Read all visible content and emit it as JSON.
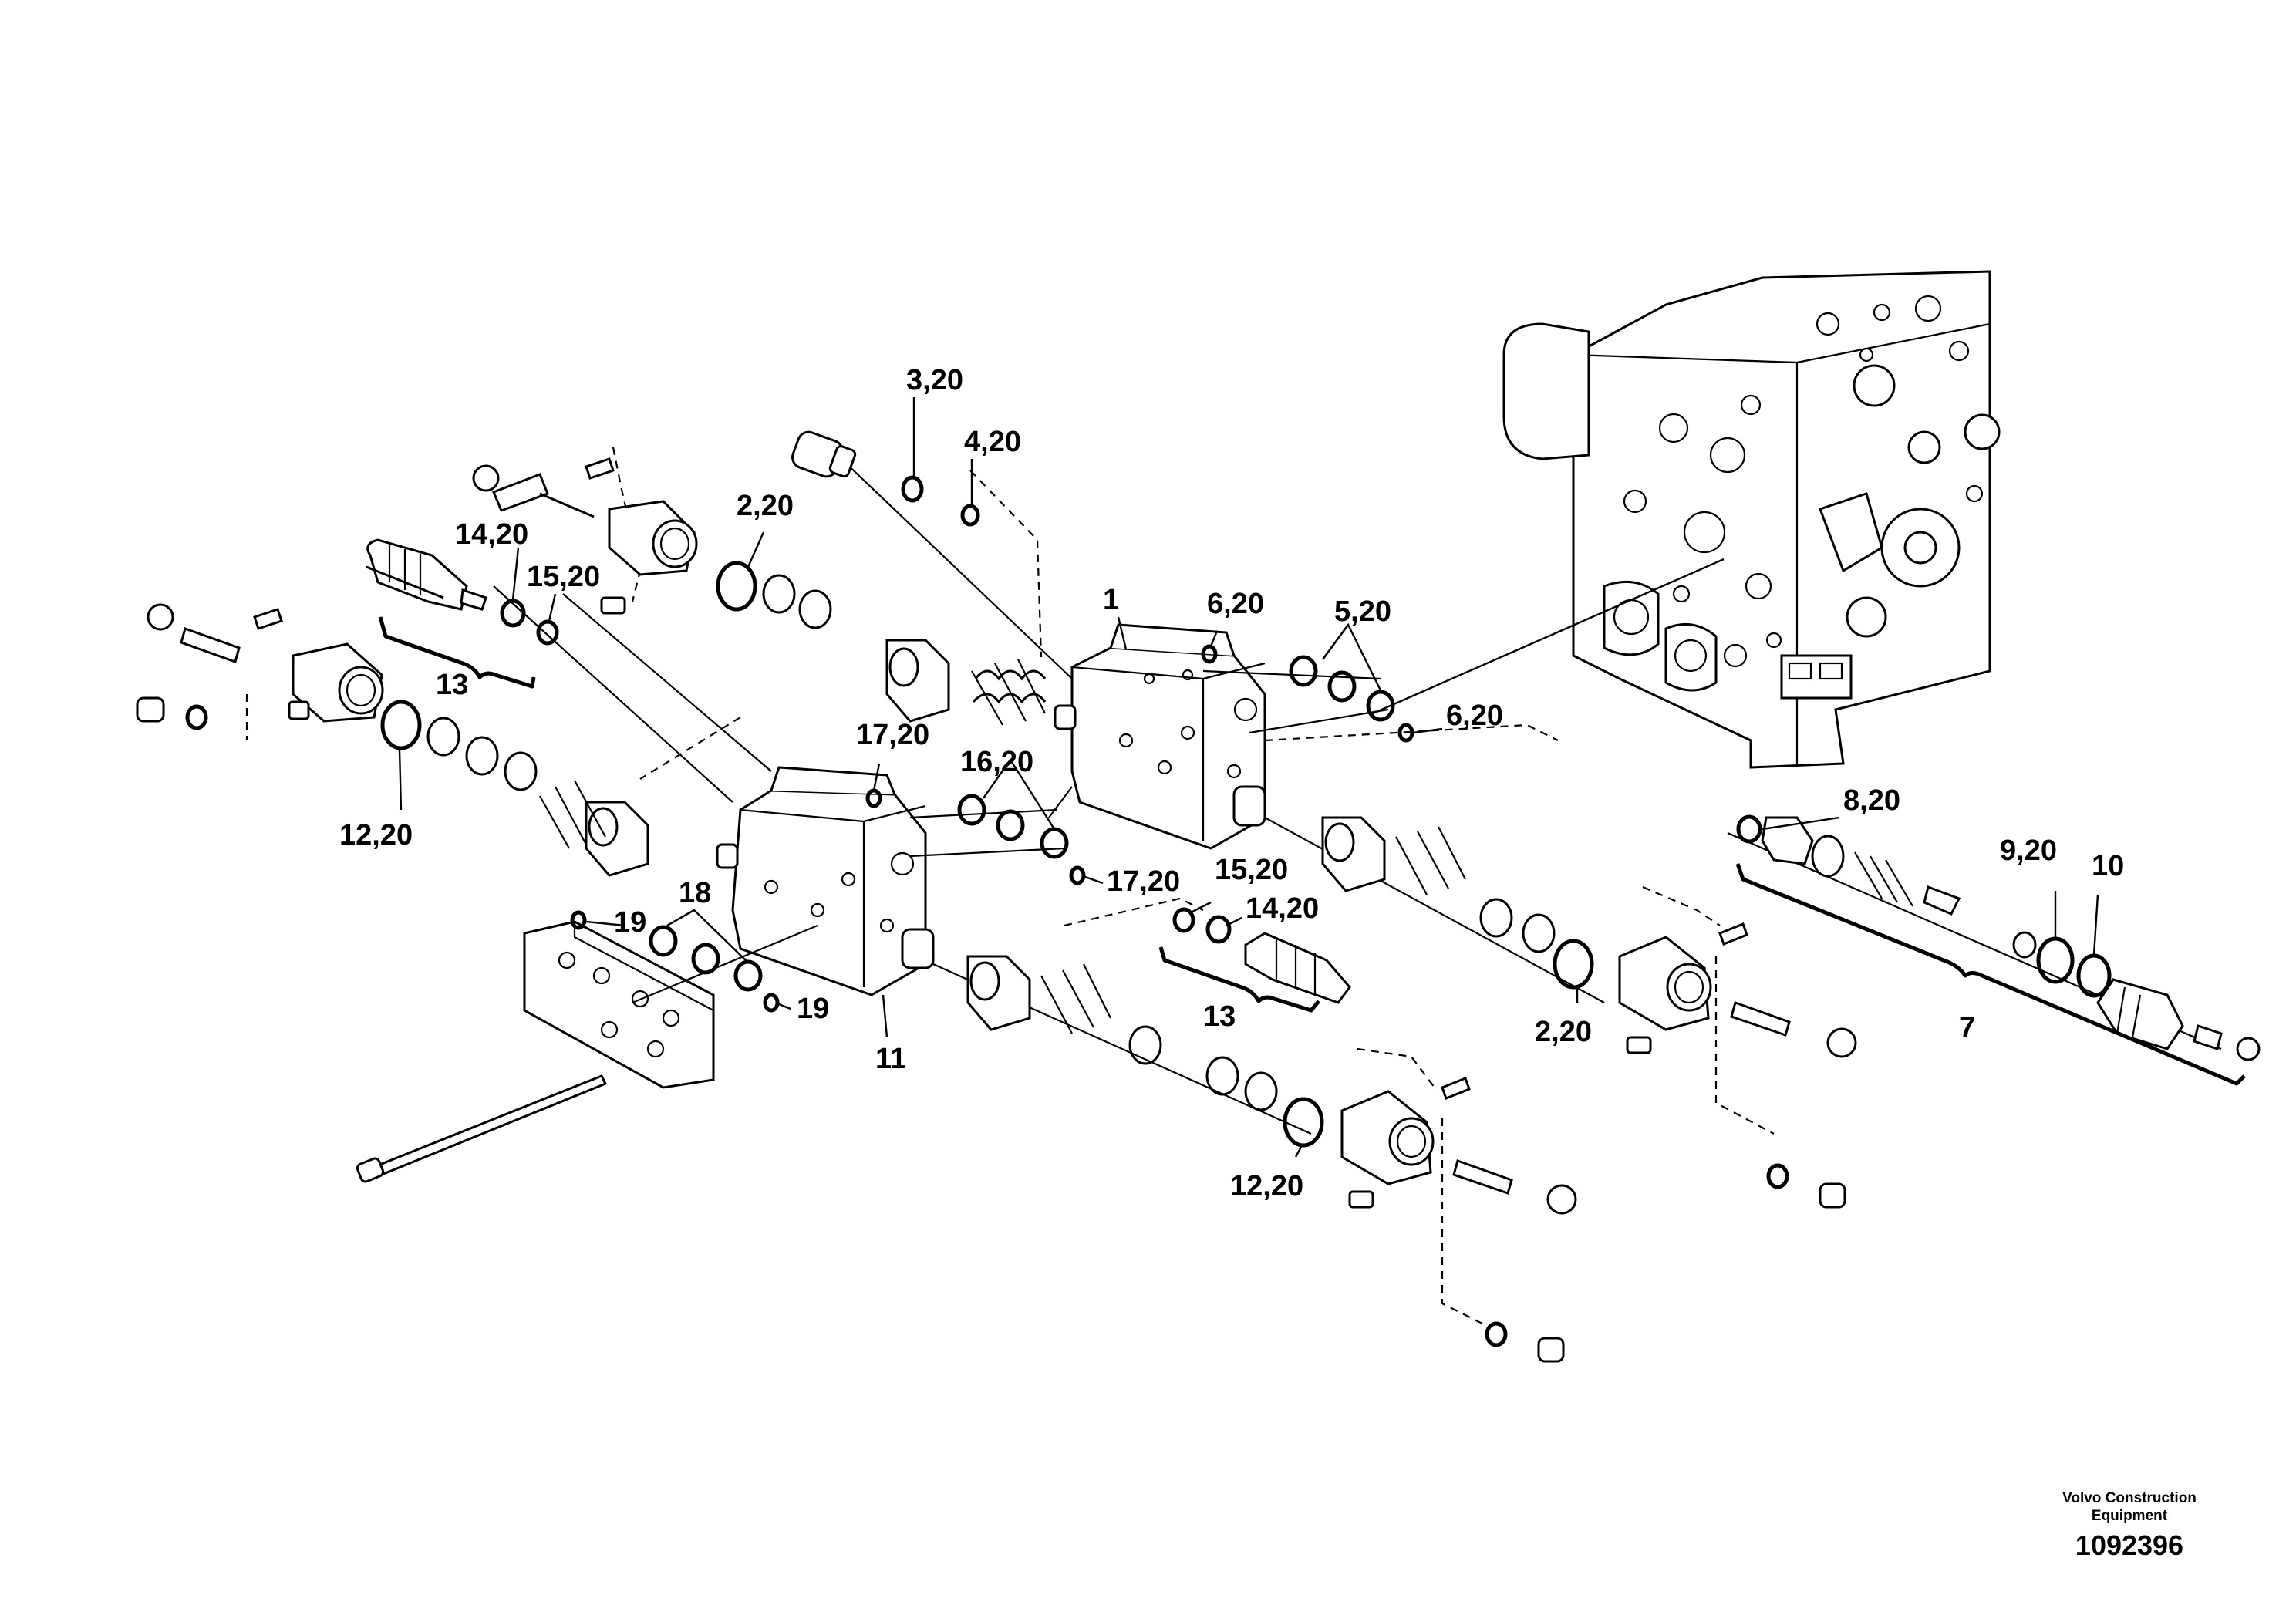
{
  "diagram": {
    "labels": {
      "lbl_3_20": "3,20",
      "lbl_4_20": "4,20",
      "lbl_2_20_top": "2,20",
      "lbl_14_20_left": "14,20",
      "lbl_15_20_left": "15,20",
      "lbl_13_left": "13",
      "lbl_1": "1",
      "lbl_6_20_top": "6,20",
      "lbl_5_20": "5,20",
      "lbl_6_20_mid": "6,20",
      "lbl_12_20_left": "12,20",
      "lbl_17_20_top": "17,20",
      "lbl_16_20": "16,20",
      "lbl_17_20_mid": "17,20",
      "lbl_15_20_mid": "15,20",
      "lbl_14_20_mid": "14,20",
      "lbl_13_mid": "13",
      "lbl_8_20": "8,20",
      "lbl_9_20": "9,20",
      "lbl_10": "10",
      "lbl_7": "7",
      "lbl_2_20_bottom": "2,20",
      "lbl_19_top": "19",
      "lbl_18": "18",
      "lbl_19_bottom": "19",
      "lbl_11": "11",
      "lbl_12_20_bottom": "12,20"
    },
    "manufacturer": "Volvo Construction\nEquipment",
    "drawing_number": "1092396"
  }
}
